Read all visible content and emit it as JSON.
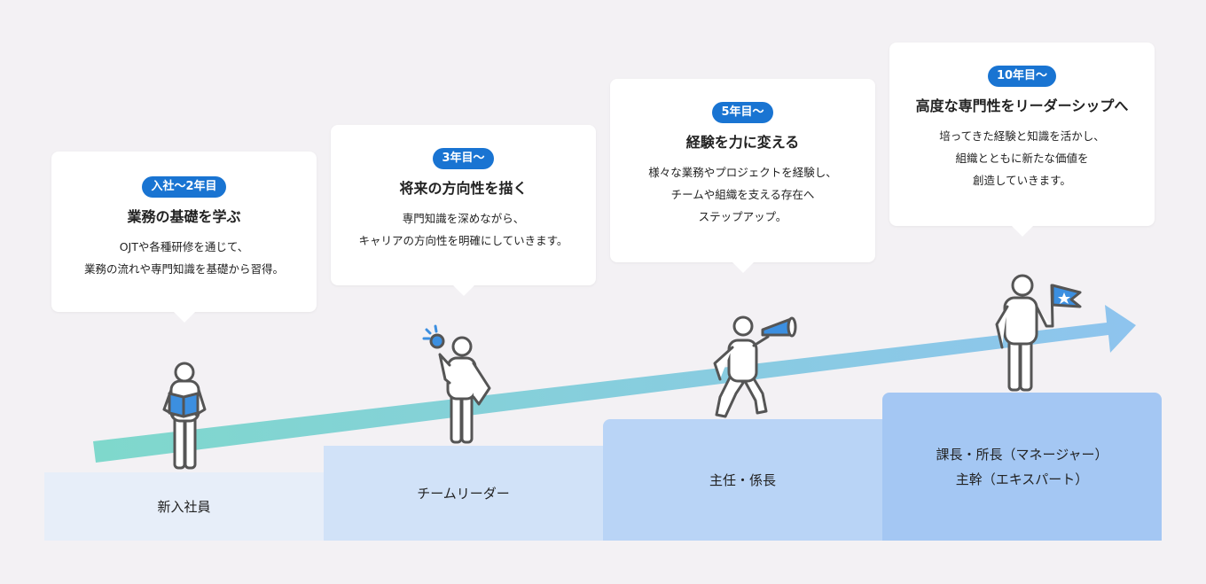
{
  "stages": [
    {
      "badge": "入社〜2年目",
      "title": "業務の基礎を学ぶ",
      "description": "OJTや各種研修を通じて、\n業務の流れや専門知識を基礎から習得。",
      "role": "新入社員"
    },
    {
      "badge": "3年目〜",
      "title": "将来の方向性を描く",
      "description": "専門知識を深めながら、\nキャリアの方向性を明確にしていきます。",
      "role": "チームリーダー"
    },
    {
      "badge": "5年目〜",
      "title": "経験を力に変える",
      "description": "様々な業務やプロジェクトを経験し、\nチームや組織を支える存在へ\nステップアップ。",
      "role": "主任・係長"
    },
    {
      "badge": "10年目〜",
      "title": "高度な専門性をリーダーシップへ",
      "description": "培ってきた経験と知識を活かし、\n組織とともに新たな価値を\n創造していきます。",
      "role": "課長・所長（マネージャー）\n主幹（エキスパート）"
    }
  ],
  "colors": {
    "background": "#f3f1f4",
    "badge": "#1974d2",
    "arrow_start": "#7fd8cc",
    "arrow_end": "#8ec4ee",
    "accent_blue": "#3c8fe0",
    "figure_stroke": "#555555",
    "step_1": "#e7eef9",
    "step_2": "#d1e2f8",
    "step_3": "#b9d4f6",
    "step_4": "#a4c7f3"
  },
  "icons": [
    "book-icon",
    "lightbulb-icon",
    "megaphone-icon",
    "star-flag-icon",
    "arrow-icon"
  ]
}
